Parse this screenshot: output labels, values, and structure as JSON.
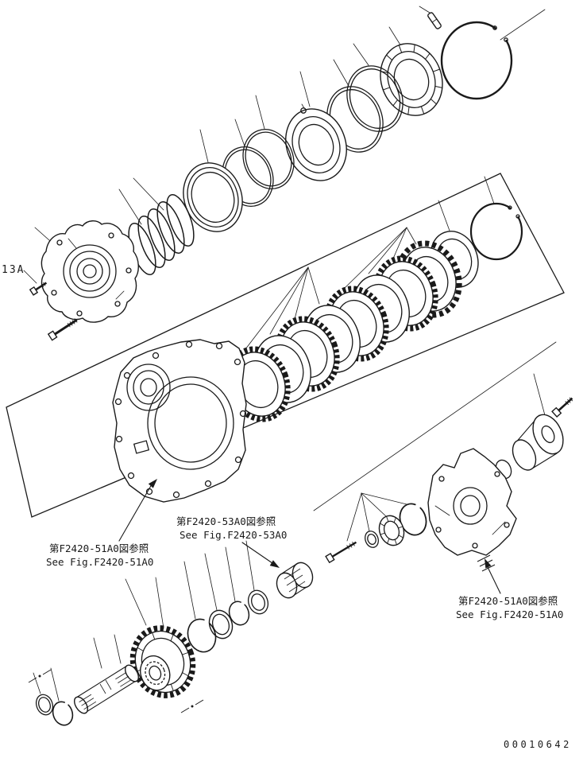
{
  "figure": {
    "type": "exploded-parts-diagram",
    "ink_color": "#1a1a1a",
    "background_color": "#ffffff"
  },
  "labels": {
    "part_ref": "13A",
    "doc_number": "00010642"
  },
  "references": {
    "left": {
      "jp": "第F2420-51A0図参照",
      "en": "See Fig.F2420-51A0"
    },
    "middle": {
      "jp": "第F2420-53A0図参照",
      "en": "See Fig.F2420-53A0"
    },
    "right": {
      "jp": "第F2420-51A0図参照",
      "en": "See Fig.F2420-51A0"
    }
  }
}
